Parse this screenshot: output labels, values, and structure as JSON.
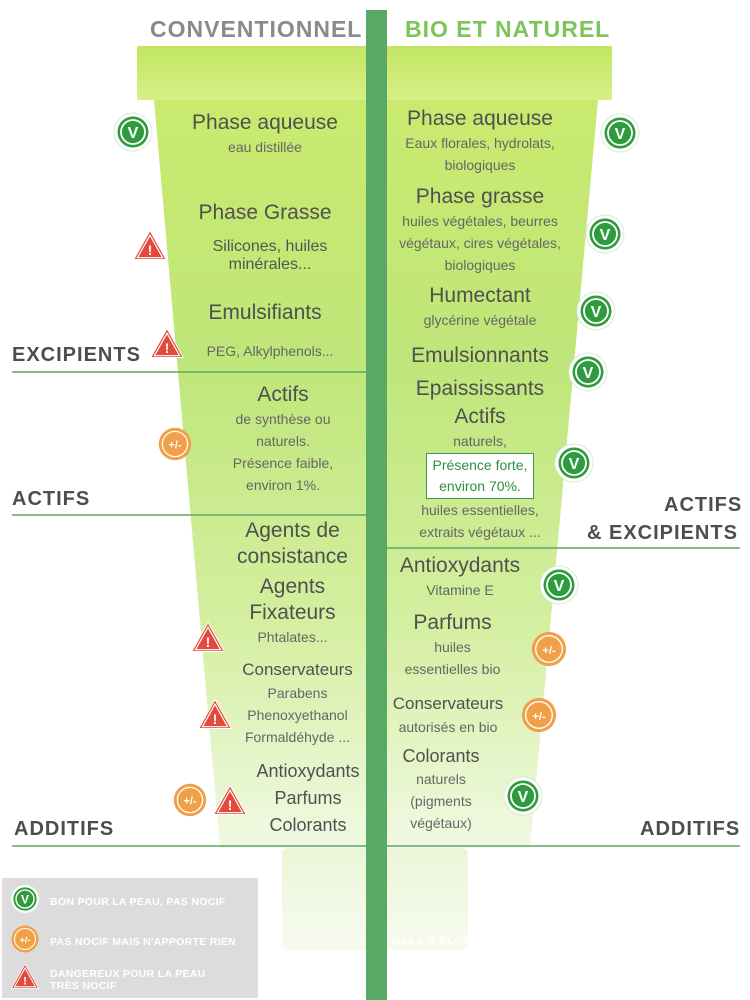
{
  "headers": {
    "left": "CONVENTIONNEL",
    "right": "BIO ET NATUREL"
  },
  "colors": {
    "left_header": "#8a8a8a",
    "right_header": "#7cc55a",
    "green": "#2f9b3e",
    "orange": "#f0a048",
    "red": "#e24a3b",
    "divider": "#5aa865"
  },
  "sections": {
    "excipients": "EXCIPIENTS",
    "actifs": "ACTIFS",
    "actifs_excipients_1": "ACTIFS",
    "actifs_excipients_2": "& EXCIPIENTS",
    "additifs_left": "ADDITIFS",
    "additifs_right": "ADDITIFS"
  },
  "icons": {
    "good": "V",
    "neutral": "+/-",
    "danger": "!"
  },
  "left": {
    "aqueuse": {
      "title": "Phase aqueuse",
      "desc": "eau distillée"
    },
    "grasse": {
      "title": "Phase Grasse",
      "desc": "Silicones, huiles minérales..."
    },
    "emuls": {
      "title": "Emulsifiants",
      "desc": "PEG, Alkylphenols..."
    },
    "actifs": {
      "title": "Actifs",
      "l1": "de synthèse ou",
      "l2": "naturels.",
      "l3": "Présence faible,",
      "l4": "environ 1%."
    },
    "agents": {
      "l1": "Agents de",
      "l2": "consistance",
      "l3": "Agents",
      "l4": "Fixateurs",
      "desc": "Phtalates..."
    },
    "conserv": {
      "title": "Conservateurs",
      "l1": "Parabens",
      "l2": "Phenoxyethanol",
      "l3": "Formaldéhyde ..."
    },
    "additifs": {
      "l1": "Antioxydants",
      "l2": "Parfums",
      "l3": "Colorants"
    }
  },
  "right": {
    "aqueuse": {
      "title": "Phase aqueuse",
      "l1": "Eaux florales, hydrolats,",
      "l2": "biologiques"
    },
    "grasse": {
      "title": "Phase grasse",
      "l1": "huiles végétales, beurres",
      "l2": "végétaux, cires végétales,",
      "l3": "biologiques"
    },
    "humect": {
      "title": "Humectant",
      "desc": "glycérine végétale"
    },
    "emuls": {
      "l1": "Emulsionnants",
      "l2": "Epaississants"
    },
    "actifs": {
      "title": "Actifs",
      "l1": "naturels,",
      "hl1": "Présence forte,",
      "hl2": "environ 70%.",
      "l3": "huiles essentielles,",
      "l4": "extraits végétaux ..."
    },
    "antiox": {
      "title": "Antioxydants",
      "desc": "Vitamine E"
    },
    "parfums": {
      "title": "Parfums",
      "l1": "huiles",
      "l2": "essentielles bio"
    },
    "conserv": {
      "title": "Conservateurs",
      "desc": "autorisés en bio"
    },
    "colorants": {
      "title": "Colorants",
      "l1": "naturels",
      "l2": "(pigments",
      "l3": "végétaux)"
    }
  },
  "legend": {
    "good": "BON POUR LA PEAU, PAS NOCIF",
    "neutral": "PAS NOCIF MAIS N'APPORTE RIEN",
    "danger1": "DANGEREUX POUR LA PEAU",
    "danger2": "TRÈS NOCIF"
  },
  "credit": "GALA'S BLOG"
}
